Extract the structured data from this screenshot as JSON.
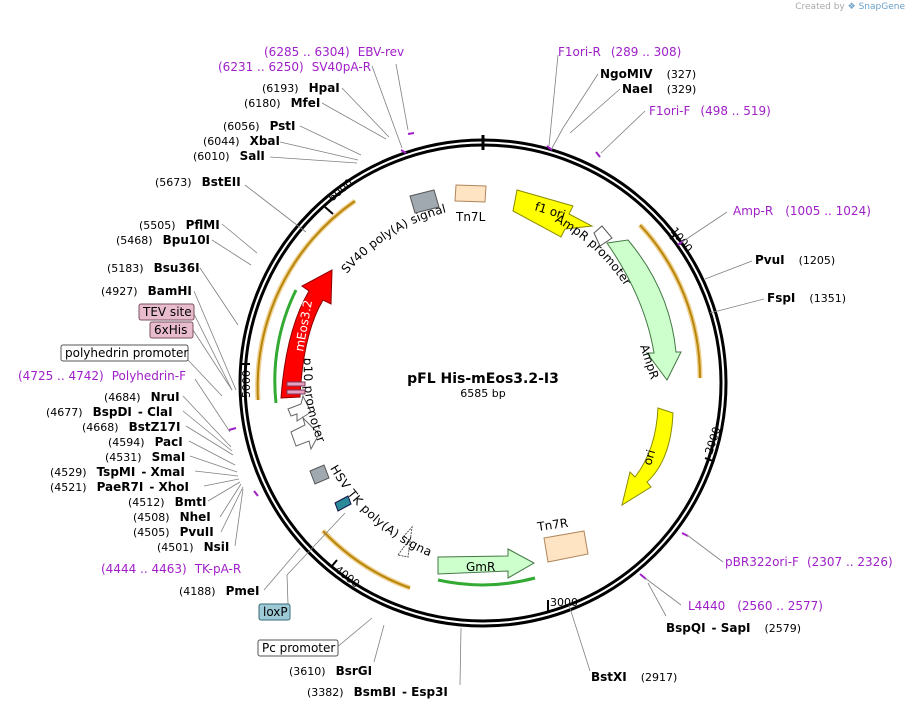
{
  "credit": {
    "prefix": "Created by",
    "brand": "SnapGene"
  },
  "plasmid": {
    "name": "pFL  His-mEos3.2-I3",
    "length": "6585 bp"
  },
  "ticks": [
    "1000",
    "2000",
    "3000",
    "4000",
    "5000",
    "6000"
  ],
  "primers": [
    {
      "name": "EBV-rev",
      "range": "(6285 .. 6304)"
    },
    {
      "name": "SV40pA-R",
      "range": "(6231 .. 6250)"
    },
    {
      "name": "F1ori-R",
      "range": "(289 .. 308)"
    },
    {
      "name": "F1ori-F",
      "range": "(498 .. 519)"
    },
    {
      "name": "Amp-R",
      "range": "(1005 .. 1024)"
    },
    {
      "name": "pBR322ori-F",
      "range": "(2307 .. 2326)"
    },
    {
      "name": "L4440",
      "range": "(2560 .. 2577)"
    },
    {
      "name": "Polyhedrin-F",
      "range": "(4725 .. 4742)"
    },
    {
      "name": "TK-pA-R",
      "range": "(4444 .. 4463)"
    }
  ],
  "sites": [
    {
      "name": "NgoMIV",
      "pos": "(327)"
    },
    {
      "name": "NaeI",
      "pos": "(329)"
    },
    {
      "name": "PvuI",
      "pos": "(1205)"
    },
    {
      "name": "FspI",
      "pos": "(1351)"
    },
    {
      "name": "BspQI",
      "alt": "SapI",
      "pos": "(2579)"
    },
    {
      "name": "BstXI",
      "pos": "(2917)"
    },
    {
      "name": "BsmBI",
      "alt": "Esp3I",
      "pos": "(3382)"
    },
    {
      "name": "BsrGI",
      "pos": "(3610)"
    },
    {
      "name": "PmeI",
      "pos": "(4188)"
    },
    {
      "name": "NsiI",
      "pos": "(4501)"
    },
    {
      "name": "PvuII",
      "pos": "(4505)"
    },
    {
      "name": "NheI",
      "pos": "(4508)"
    },
    {
      "name": "BmtI",
      "pos": "(4512)"
    },
    {
      "name": "PaeR7I",
      "alt": "XhoI",
      "pos": "(4521)"
    },
    {
      "name": "TspMI",
      "alt": "XmaI",
      "pos": "(4529)"
    },
    {
      "name": "SmaI",
      "pos": "(4531)"
    },
    {
      "name": "PacI",
      "pos": "(4594)"
    },
    {
      "name": "BstZ17I",
      "pos": "(4668)"
    },
    {
      "name": "BspDI",
      "alt": "ClaI",
      "pos": "(4677)"
    },
    {
      "name": "NruI",
      "pos": "(4684)"
    },
    {
      "name": "BamHI",
      "pos": "(4927)"
    },
    {
      "name": "Bsu36I",
      "pos": "(5183)"
    },
    {
      "name": "Bpu10I",
      "pos": "(5468)"
    },
    {
      "name": "PflMI",
      "pos": "(5505)"
    },
    {
      "name": "BstEII",
      "pos": "(5673)"
    },
    {
      "name": "SalI",
      "pos": "(6010)"
    },
    {
      "name": "XbaI",
      "pos": "(6044)"
    },
    {
      "name": "PstI",
      "pos": "(6056)"
    },
    {
      "name": "MfeI",
      "pos": "(6180)"
    },
    {
      "name": "HpaI",
      "pos": "(6193)"
    }
  ],
  "boxed_features": [
    {
      "name": "TEV site",
      "style": "pink"
    },
    {
      "name": "6xHis",
      "style": "pink"
    },
    {
      "name": "polyhedrin promoter",
      "style": "white"
    },
    {
      "name": "loxP",
      "style": "blue"
    },
    {
      "name": "Pc promoter",
      "style": "white"
    }
  ],
  "inner_features": [
    {
      "name": "f1 ori",
      "color": "#ffff00"
    },
    {
      "name": "AmpR promoter"
    },
    {
      "name": "AmpR",
      "color": "#ccffcc"
    },
    {
      "name": "ori",
      "color": "#ffff00"
    },
    {
      "name": "Tn7R",
      "color": "#ffe4c4"
    },
    {
      "name": "GmR",
      "color": "#ccffcc"
    },
    {
      "name": "HSV TK poly(A) signal"
    },
    {
      "name": "p10 promoter"
    },
    {
      "name": "mEos3.2",
      "color": "#ff0000"
    },
    {
      "name": "SV40 poly(A) signal"
    },
    {
      "name": "Tn7L",
      "color": "#ffe4c4"
    }
  ]
}
